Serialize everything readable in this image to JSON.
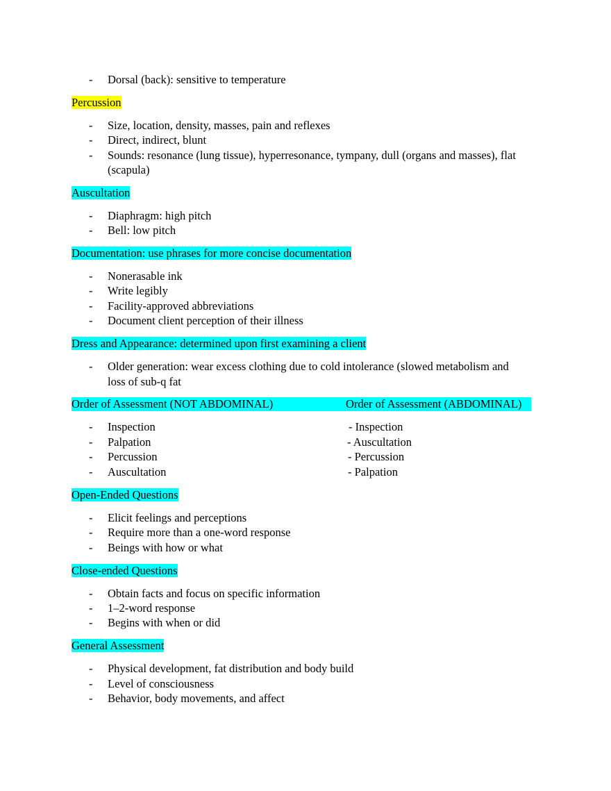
{
  "top_items": [
    "Dorsal (back): sensitive to temperature"
  ],
  "percussion": {
    "heading": "Percussion",
    "items": [
      "Size, location, density, masses, pain and reflexes",
      "Direct, indirect, blunt",
      "Sounds: resonance (lung tissue), hyperresonance, tympany, dull (organs and masses), flat",
      "(scapula)"
    ]
  },
  "auscultation": {
    "heading": "Auscultation",
    "items": [
      "Diaphragm: high pitch",
      "Bell: low pitch"
    ]
  },
  "documentation": {
    "heading": "Documentation: use phrases for more concise documentation",
    "items": [
      "Nonerasable ink",
      "Write legibly",
      "Facility-approved abbreviations",
      "Document client perception of their illness"
    ]
  },
  "dress": {
    "heading": "Dress and Appearance: determined upon first examining a client",
    "items": [
      "Older generation: wear excess clothing due to cold intolerance (slowed metabolism and",
      "loss of sub-q fat"
    ]
  },
  "order": {
    "heading_left": "Order of Assessment (NOT ABDOMINAL)",
    "heading_right": "Order of Assessment (ABDOMINAL)",
    "left_items": [
      "Inspection",
      "Palpation",
      "Percussion",
      "Auscultation"
    ],
    "right_items": [
      "- Inspection",
      "- Auscultation",
      "- Percussion",
      "- Palpation"
    ]
  },
  "open_ended": {
    "heading": "Open-Ended Questions",
    "items": [
      "Elicit feelings and perceptions",
      "Require more than a one-word response",
      "Beings with how or what"
    ]
  },
  "close_ended": {
    "heading": "Close-ended Questions",
    "items": [
      "Obtain facts and focus on specific information",
      "1–2-word response",
      "Begins with when or did"
    ]
  },
  "general": {
    "heading": "General Assessment",
    "items": [
      "Physical development, fat distribution and body build",
      "Level of consciousness",
      "Behavior, body movements, and affect"
    ]
  },
  "dash": "-"
}
